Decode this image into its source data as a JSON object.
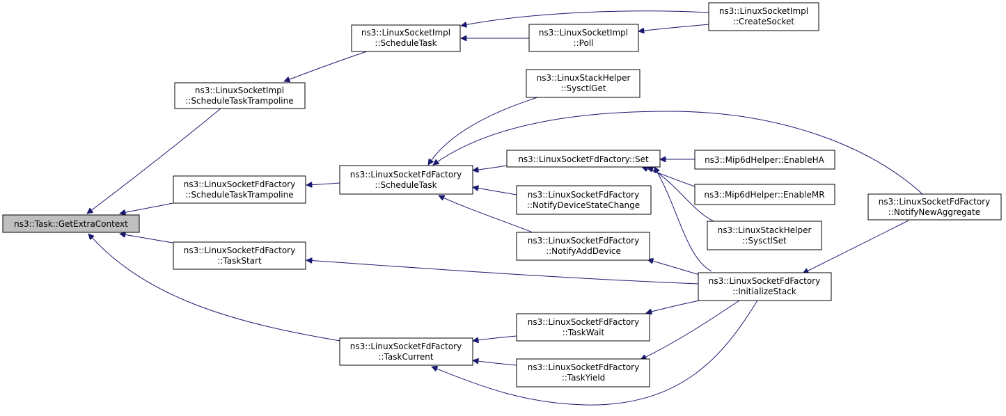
{
  "colors": {
    "edge": "#191970",
    "root_fill": "#bfbfbf",
    "node_fill": "#ffffff",
    "border": "#000000"
  },
  "nodes": [
    {
      "id": "get-extra-context",
      "lines": [
        "ns3::Task::GetExtraContext"
      ],
      "root": true
    },
    {
      "id": "impl-schedule-task-trampoline",
      "lines": [
        "ns3::LinuxSocketImpl",
        "::ScheduleTaskTrampoline"
      ]
    },
    {
      "id": "fd-schedule-task-trampoline",
      "lines": [
        "ns3::LinuxSocketFdFactory",
        "::ScheduleTaskTrampoline"
      ]
    },
    {
      "id": "fd-task-start",
      "lines": [
        "ns3::LinuxSocketFdFactory",
        "::TaskStart"
      ]
    },
    {
      "id": "fd-task-current",
      "lines": [
        "ns3::LinuxSocketFdFactory",
        "::TaskCurrent"
      ]
    },
    {
      "id": "impl-schedule-task",
      "lines": [
        "ns3::LinuxSocketImpl",
        "::ScheduleTask"
      ]
    },
    {
      "id": "fd-schedule-task",
      "lines": [
        "ns3::LinuxSocketFdFactory",
        "::ScheduleTask"
      ]
    },
    {
      "id": "impl-poll",
      "lines": [
        "ns3::LinuxSocketImpl",
        "::Poll"
      ]
    },
    {
      "id": "impl-create-socket",
      "lines": [
        "ns3::LinuxSocketImpl",
        "::CreateSocket"
      ]
    },
    {
      "id": "stack-sysctl-get",
      "lines": [
        "ns3::LinuxStackHelper",
        "::SysctlGet"
      ]
    },
    {
      "id": "fd-set",
      "lines": [
        "ns3::LinuxSocketFdFactory::Set"
      ]
    },
    {
      "id": "fd-notify-device-state-change",
      "lines": [
        "ns3::LinuxSocketFdFactory",
        "::NotifyDeviceStateChange"
      ]
    },
    {
      "id": "fd-notify-add-device",
      "lines": [
        "ns3::LinuxSocketFdFactory",
        "::NotifyAddDevice"
      ]
    },
    {
      "id": "mip6d-enable-ha",
      "lines": [
        "ns3::Mip6dHelper::EnableHA"
      ]
    },
    {
      "id": "mip6d-enable-mr",
      "lines": [
        "ns3::Mip6dHelper::EnableMR"
      ]
    },
    {
      "id": "stack-sysctl-set",
      "lines": [
        "ns3::LinuxStackHelper",
        "::SysctlSet"
      ]
    },
    {
      "id": "fd-initialize-stack",
      "lines": [
        "ns3::LinuxSocketFdFactory",
        "::InitializeStack"
      ]
    },
    {
      "id": "fd-notify-new-aggregate",
      "lines": [
        "ns3::LinuxSocketFdFactory",
        "::NotifyNewAggregate"
      ]
    },
    {
      "id": "fd-task-wait",
      "lines": [
        "ns3::LinuxSocketFdFactory",
        "::TaskWait"
      ]
    },
    {
      "id": "fd-task-yield",
      "lines": [
        "ns3::LinuxSocketFdFactory",
        "::TaskYield"
      ]
    }
  ],
  "edges": [
    {
      "from": "impl-schedule-task-trampoline",
      "to": "get-extra-context"
    },
    {
      "from": "fd-schedule-task-trampoline",
      "to": "get-extra-context"
    },
    {
      "from": "fd-task-start",
      "to": "get-extra-context"
    },
    {
      "from": "fd-task-current",
      "to": "get-extra-context"
    },
    {
      "from": "impl-schedule-task",
      "to": "impl-schedule-task-trampoline"
    },
    {
      "from": "impl-poll",
      "to": "impl-schedule-task"
    },
    {
      "from": "impl-create-socket",
      "to": "impl-schedule-task"
    },
    {
      "from": "impl-create-socket",
      "to": "impl-poll"
    },
    {
      "from": "fd-schedule-task",
      "to": "fd-schedule-task-trampoline"
    },
    {
      "from": "stack-sysctl-get",
      "to": "fd-schedule-task"
    },
    {
      "from": "fd-notify-new-aggregate",
      "to": "fd-schedule-task"
    },
    {
      "from": "fd-set",
      "to": "fd-schedule-task"
    },
    {
      "from": "fd-notify-device-state-change",
      "to": "fd-schedule-task"
    },
    {
      "from": "fd-notify-add-device",
      "to": "fd-schedule-task"
    },
    {
      "from": "mip6d-enable-ha",
      "to": "fd-set"
    },
    {
      "from": "mip6d-enable-mr",
      "to": "fd-set"
    },
    {
      "from": "stack-sysctl-set",
      "to": "fd-set"
    },
    {
      "from": "fd-initialize-stack",
      "to": "fd-set"
    },
    {
      "from": "fd-initialize-stack",
      "to": "fd-notify-add-device"
    },
    {
      "from": "fd-initialize-stack",
      "to": "fd-task-start"
    },
    {
      "from": "fd-notify-new-aggregate",
      "to": "fd-initialize-stack"
    },
    {
      "from": "fd-initialize-stack",
      "to": "fd-task-wait"
    },
    {
      "from": "fd-initialize-stack",
      "to": "fd-task-yield"
    },
    {
      "from": "fd-initialize-stack",
      "to": "fd-task-current"
    },
    {
      "from": "fd-task-wait",
      "to": "fd-task-current"
    },
    {
      "from": "fd-task-yield",
      "to": "fd-task-current"
    }
  ]
}
